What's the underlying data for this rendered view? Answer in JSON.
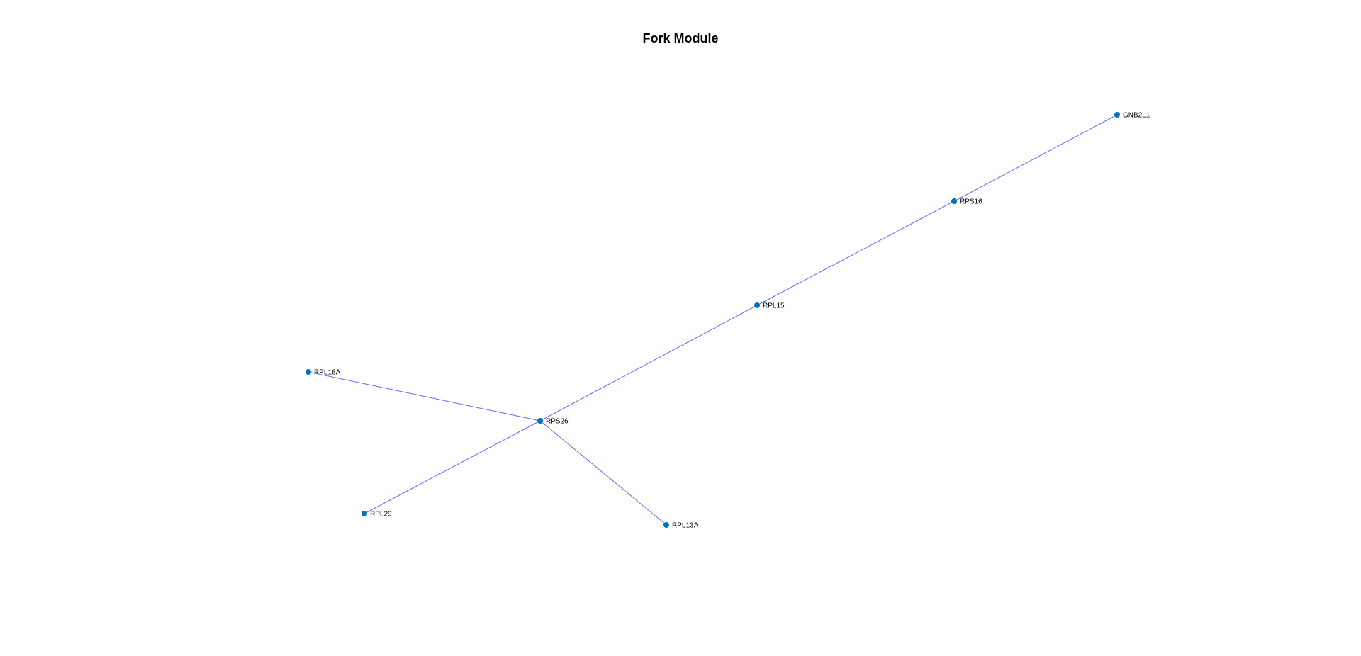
{
  "title": "Fork Module",
  "colors": {
    "node": "#0072BD",
    "edge": "#6666FF"
  },
  "nodes": [
    {
      "id": "GNB2L1",
      "label": "GNB2L1"
    },
    {
      "id": "RPS16",
      "label": "RPS16"
    },
    {
      "id": "RPL15",
      "label": "RPL15"
    },
    {
      "id": "RPL18A",
      "label": "RPL18A"
    },
    {
      "id": "RPS26",
      "label": "RPS26"
    },
    {
      "id": "RPL29",
      "label": "RPL29"
    },
    {
      "id": "RPL13A",
      "label": "RPL13A"
    }
  ],
  "edges": [
    {
      "source": "GNB2L1",
      "target": "RPS16"
    },
    {
      "source": "RPS16",
      "target": "RPL15"
    },
    {
      "source": "RPL15",
      "target": "RPS26"
    },
    {
      "source": "RPL18A",
      "target": "RPS26"
    },
    {
      "source": "RPS26",
      "target": "RPL29"
    },
    {
      "source": "RPS26",
      "target": "RPL13A"
    }
  ]
}
